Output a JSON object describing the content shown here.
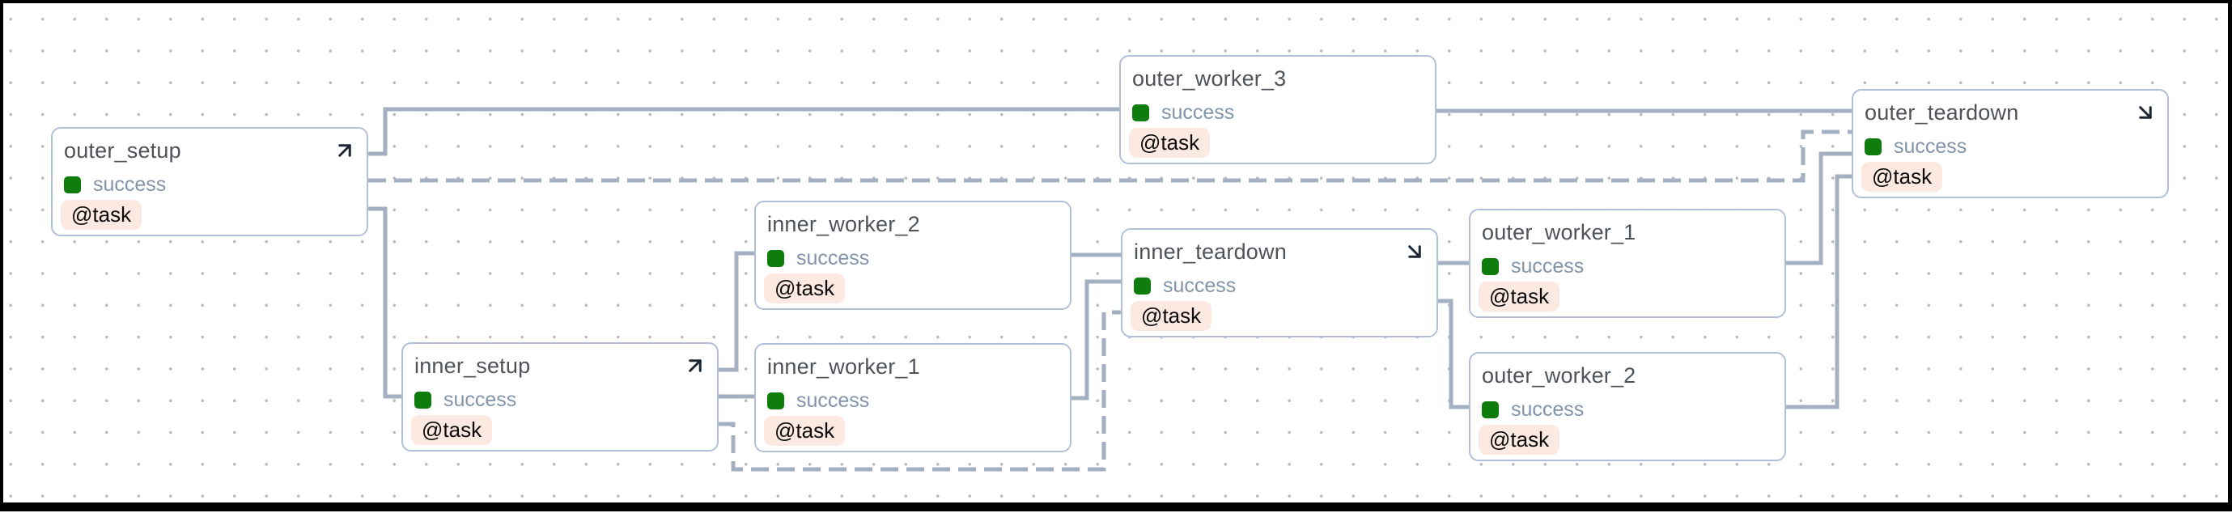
{
  "graph": {
    "background": "dot-grid",
    "nodes": [
      {
        "id": "outer_setup",
        "label": "outer_setup",
        "status": "success",
        "decorator": "@task",
        "kind": "setup"
      },
      {
        "id": "inner_setup",
        "label": "inner_setup",
        "status": "success",
        "decorator": "@task",
        "kind": "setup"
      },
      {
        "id": "inner_worker_1",
        "label": "inner_worker_1",
        "status": "success",
        "decorator": "@task",
        "kind": "work"
      },
      {
        "id": "inner_worker_2",
        "label": "inner_worker_2",
        "status": "success",
        "decorator": "@task",
        "kind": "work"
      },
      {
        "id": "inner_teardown",
        "label": "inner_teardown",
        "status": "success",
        "decorator": "@task",
        "kind": "teardown"
      },
      {
        "id": "outer_worker_1",
        "label": "outer_worker_1",
        "status": "success",
        "decorator": "@task",
        "kind": "work"
      },
      {
        "id": "outer_worker_2",
        "label": "outer_worker_2",
        "status": "success",
        "decorator": "@task",
        "kind": "work"
      },
      {
        "id": "outer_worker_3",
        "label": "outer_worker_3",
        "status": "success",
        "decorator": "@task",
        "kind": "work"
      },
      {
        "id": "outer_teardown",
        "label": "outer_teardown",
        "status": "success",
        "decorator": "@task",
        "kind": "teardown"
      }
    ],
    "edges": [
      {
        "from": "outer_setup",
        "to": "outer_worker_3",
        "style": "solid"
      },
      {
        "from": "outer_setup",
        "to": "inner_setup",
        "style": "solid"
      },
      {
        "from": "outer_setup",
        "to": "outer_teardown",
        "style": "dashed"
      },
      {
        "from": "inner_setup",
        "to": "inner_worker_2",
        "style": "solid"
      },
      {
        "from": "inner_setup",
        "to": "inner_worker_1",
        "style": "solid"
      },
      {
        "from": "inner_setup",
        "to": "inner_teardown",
        "style": "dashed"
      },
      {
        "from": "inner_worker_2",
        "to": "inner_teardown",
        "style": "solid"
      },
      {
        "from": "inner_worker_1",
        "to": "inner_teardown",
        "style": "solid"
      },
      {
        "from": "inner_teardown",
        "to": "outer_worker_1",
        "style": "solid"
      },
      {
        "from": "inner_teardown",
        "to": "outer_worker_2",
        "style": "solid"
      },
      {
        "from": "outer_worker_3",
        "to": "outer_teardown",
        "style": "solid"
      },
      {
        "from": "outer_worker_1",
        "to": "outer_teardown",
        "style": "solid"
      },
      {
        "from": "outer_worker_2",
        "to": "outer_teardown",
        "style": "solid"
      }
    ]
  },
  "colors": {
    "edge": "#a4b0c1",
    "node_border": "#b2bfd8",
    "title_text": "#4e535a",
    "status_text": "#8294ab",
    "success_green": "#0e7d0e",
    "decorator_bg": "#fbe9e2",
    "icon": "#1d2633"
  }
}
